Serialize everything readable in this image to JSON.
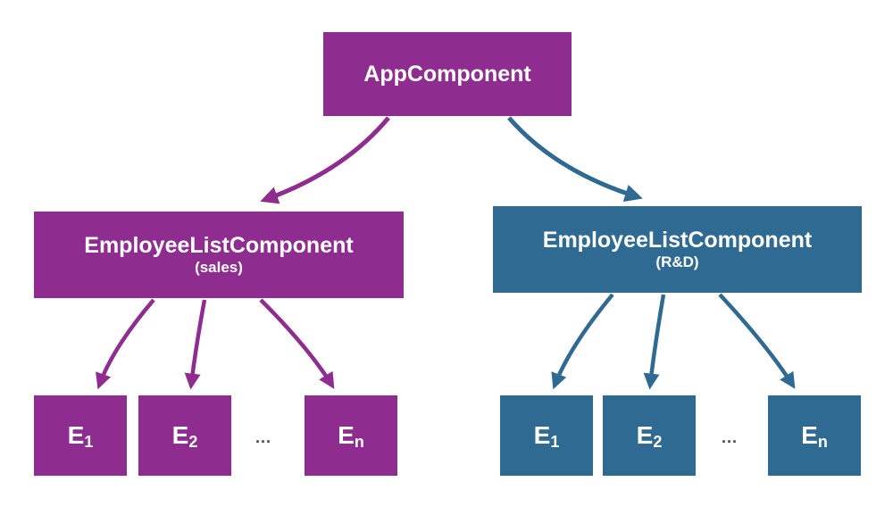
{
  "diagram": {
    "root": {
      "label": "AppComponent"
    },
    "sales": {
      "label": "EmployeeListComponent",
      "sublabel": "(sales)"
    },
    "rnd": {
      "label": "EmployeeListComponent",
      "sublabel": "(R&D)"
    },
    "sales_children": [
      {
        "base": "E",
        "sub": "1"
      },
      {
        "base": "E",
        "sub": "2"
      },
      {
        "base": "E",
        "sub": "n"
      }
    ],
    "rnd_children": [
      {
        "base": "E",
        "sub": "1"
      },
      {
        "base": "E",
        "sub": "2"
      },
      {
        "base": "E",
        "sub": "n"
      }
    ],
    "ellipsis": "...",
    "colors": {
      "purple": "#8f2c8f",
      "blue": "#2f6a92",
      "text": "#ffffff",
      "background": "#ffffff",
      "ellipsis": "#474747"
    }
  }
}
